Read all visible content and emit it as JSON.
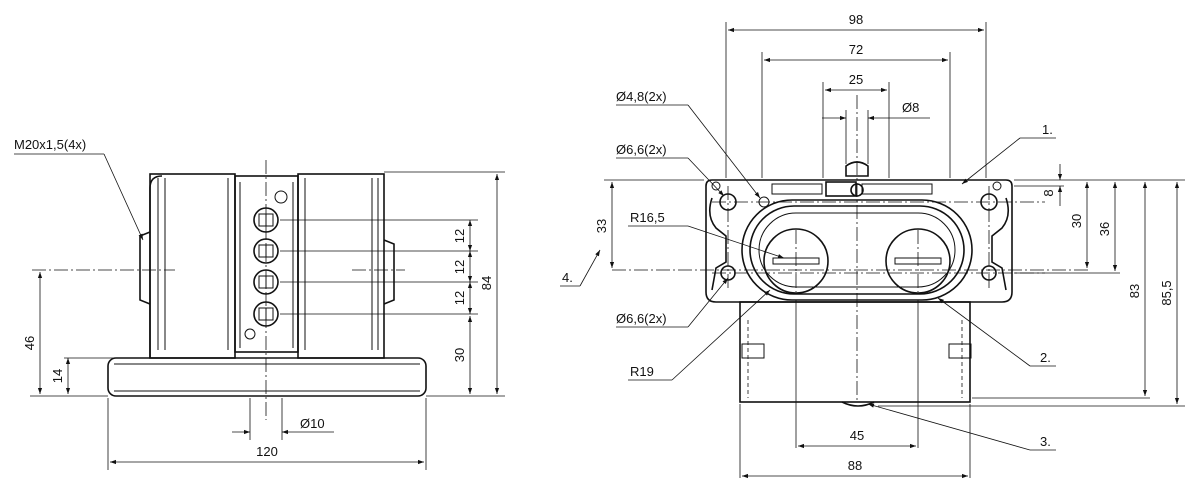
{
  "front_view": {
    "thread_callout": "M20x1,5(4x)",
    "dims": {
      "height_46": "46",
      "height_14": "14",
      "pitch_12a": "12",
      "pitch_12b": "12",
      "pitch_12c": "12",
      "height_30": "30",
      "height_84": "84",
      "hole_dia_10": "Ø10",
      "width_120": "120"
    }
  },
  "top_view": {
    "callouts": {
      "hole_48": "Ø4,8(2x)",
      "hole_66_top": "Ø6,6(2x)",
      "radius_165": "R16,5",
      "hole_66_bottom": "Ø6,6(2x)",
      "radius_19": "R19"
    },
    "items": {
      "item1": "1.",
      "item2": "2.",
      "item3": "3.",
      "item4": "4."
    },
    "dims": {
      "width_98": "98",
      "width_72": "72",
      "width_25": "25",
      "dia_8": "Ø8",
      "height_33": "33",
      "height_8": "8",
      "height_30": "30",
      "height_36": "36",
      "height_83": "83",
      "height_855": "85,5",
      "width_45": "45",
      "width_88": "88"
    }
  }
}
